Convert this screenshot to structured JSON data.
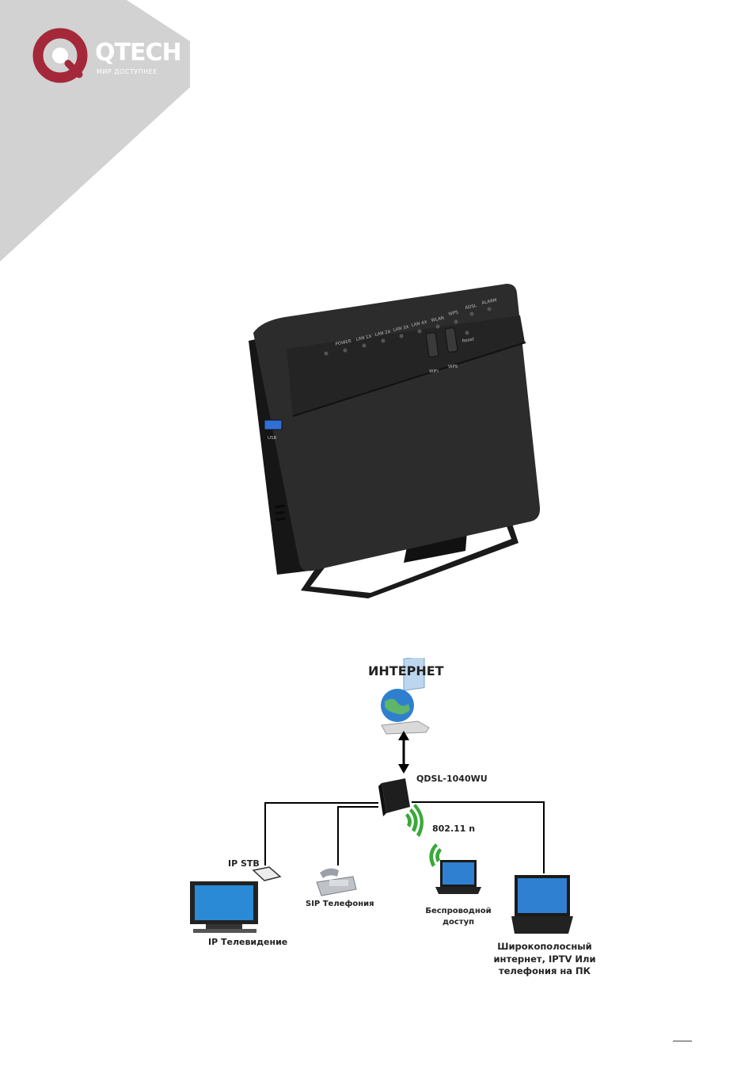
{
  "brand": {
    "name": "QTECH",
    "tagline": "МИР ДОСТУПНЕЕ",
    "colors": {
      "ring": "#a4283a",
      "corner": "#d2d2d2",
      "text": "#ffffff"
    }
  },
  "router_photo": {
    "leds": [
      "POWER",
      "LAN 1X",
      "LAN 2X",
      "LAN 3X",
      "LAN 4X",
      "WLAN",
      "WPS",
      "ADSL",
      "ALARM"
    ],
    "button_labels": {
      "wifi": "WIFI",
      "wps": "WPS",
      "reset": "Reset"
    },
    "usb_label": "USB"
  },
  "diagram": {
    "internet": "ИНТЕРНЕТ",
    "router_model": "QDSL-1040WU",
    "wifi_standard": "802.11 n",
    "ip_stb": "IP STB",
    "ip_tv": "IP Телевидение",
    "sip_phone": "SIP Телефония",
    "wireless_access": [
      "Беспроводной",
      "доступ"
    ],
    "broadband": [
      "Широкополосный",
      "интернет, IPTV Или",
      "телефония на ПК"
    ]
  }
}
